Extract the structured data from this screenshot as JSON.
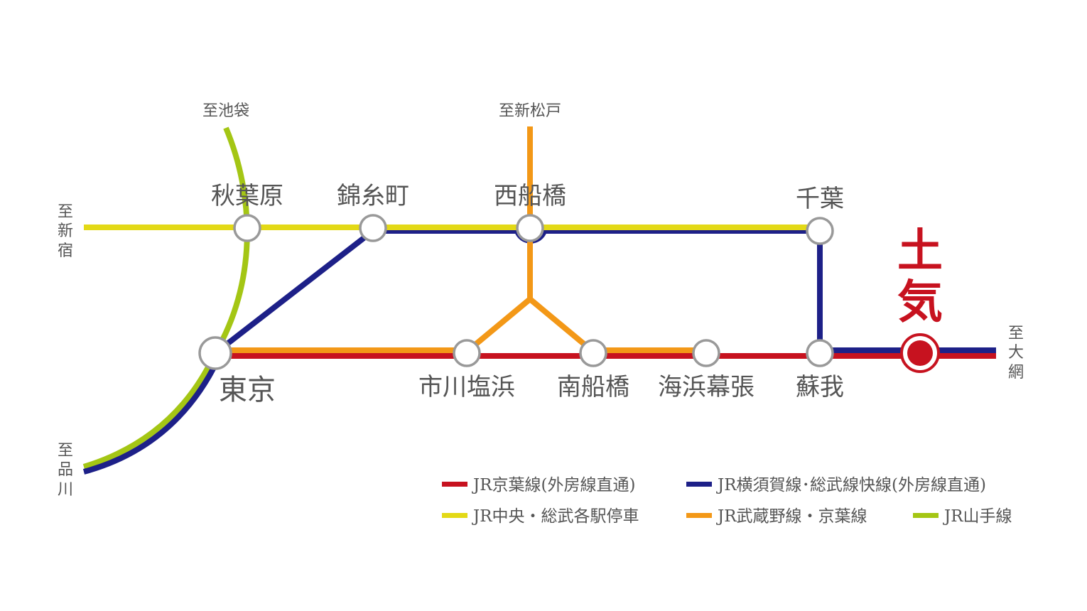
{
  "colors": {
    "keiyo": "#c7121f",
    "yokosuka_sobu_rapid": "#1d2088",
    "chuo_sobu_local": "#e3d916",
    "musashino_keiyo": "#f39817",
    "yamanote": "#a4c614",
    "station_stroke": "#999999",
    "text": "#555555",
    "highlight": "#c7121f"
  },
  "directions": {
    "ikebukuro": "至池袋",
    "shinmatsudo": "至新松戸",
    "shinjuku": [
      "至",
      "新",
      "宿"
    ],
    "shinagawa": [
      "至",
      "品",
      "川"
    ],
    "oami": [
      "至",
      "大",
      "網"
    ]
  },
  "stations": {
    "akihabara": "秋葉原",
    "kinshicho": "錦糸町",
    "nishifunabashi": "西船橋",
    "chiba": "千葉",
    "tokyo": "東京",
    "ichikawashiohama": "市川塩浜",
    "minamifunabashi": "南船橋",
    "kaihinmakuhari": "海浜幕張",
    "soga": "蘇我"
  },
  "highlight_station": [
    "土",
    "気"
  ],
  "legend": [
    {
      "label": "JR京葉線(外房線直通)",
      "color": "#c7121f"
    },
    {
      "label": "JR横須賀線･総武線快線(外房線直通)",
      "color": "#1d2088"
    },
    {
      "label": "JR中央・総武各駅停車",
      "color": "#e3d916"
    },
    {
      "label": "JR武蔵野線・京葉線",
      "color": "#f39817"
    },
    {
      "label": "JR山手線",
      "color": "#a4c614"
    }
  ]
}
